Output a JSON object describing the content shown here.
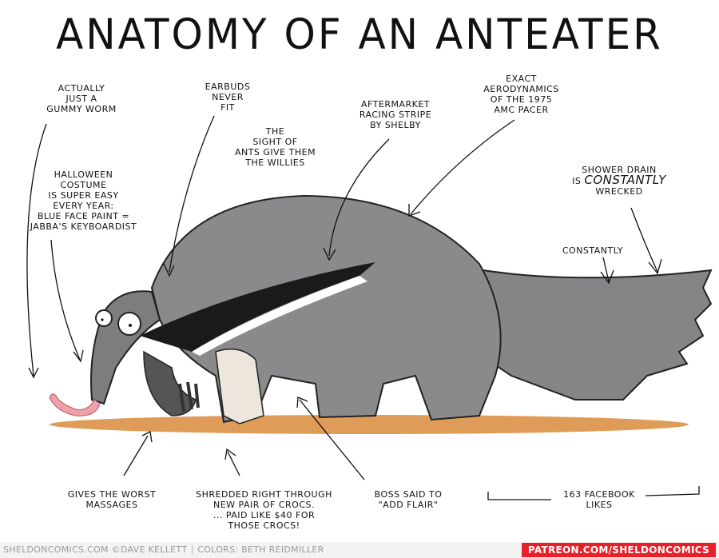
{
  "title": "ANATOMY OF AN ANTEATER",
  "annotations": {
    "gummy_worm": "ACTUALLY\nJUST A\nGUMMY WORM",
    "earbuds": "EARBUDS\nNEVER\nFIT",
    "sight_of_ants": "THE\nSIGHT OF\nANTS GIVE THEM\nTHE WILLIES",
    "racing_stripe": "AFTERMARKET\nRACING STRIPE\nBY SHELBY",
    "aerodynamics": "EXACT\nAERODYNAMICS\nOF THE 1975\nAMC PACER",
    "shower_drain_line1": "SHOWER DRAIN",
    "shower_drain_is": "IS",
    "shower_drain_constantly": "CONSTANTLY",
    "shower_drain_line3": "WRECKED",
    "halloween": "HALLOWEEN\nCOSTUME\nIS SUPER EASY\nEVERY YEAR:\nBLUE FACE PAINT =\nJABBA'S KEYBOARDIST",
    "constantly": "CONSTANTLY",
    "massages": "GIVES THE WORST\nMASSAGES",
    "crocs": "SHREDDED RIGHT THROUGH\nNEW PAIR OF CROCS.\n... PAID LIKE $40 FOR\nTHOSE CROCS!",
    "flair": "BOSS SAID TO\n\"ADD FLAIR\"",
    "facebook": "163 FACEBOOK\nLIKES"
  },
  "footer": {
    "site": "SHELDONCOMICS.COM ©DAVE KELLETT",
    "colors": "COLORS: BETH REIDMILLER",
    "patreon": "PATREON.COM/SHELDONCOMICS"
  },
  "colors": {
    "fur": "#8a8a8c",
    "fur_dark": "#5e5e60",
    "ground": "#d98b3c",
    "tongue": "#f0a0a8",
    "patreon_red": "#e8202a"
  }
}
